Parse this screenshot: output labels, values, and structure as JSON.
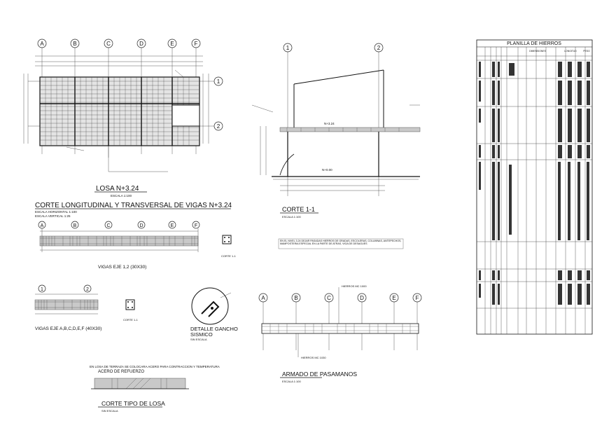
{
  "drawing": {
    "losa_plan": {
      "title": "LOSA N+3.24",
      "scale": "ESCALA 1:100",
      "axes_letters": [
        "A",
        "B",
        "C",
        "D",
        "E",
        "F"
      ],
      "axes_numbers": [
        "1",
        "2"
      ]
    },
    "corte_vigas": {
      "title": "CORTE LONGITUDINAL Y TRANSVERSAL DE VIGAS N+3.24",
      "scale_h": "ESCALA HORIZONTAL 1:100",
      "scale_v": "ESCALA VERTICAL 1:25",
      "axes": [
        "A",
        "B",
        "C",
        "D",
        "E",
        "F"
      ],
      "caption": "VIGAS    EJE 1,2       (30X30)",
      "section_label": "CORTE 1-1"
    },
    "vigas_2": {
      "axes": [
        "1",
        "2"
      ],
      "caption": "VIGAS    EJE A,B,C,D,E,F       (40X30)",
      "section_label": "CORTE 1-1"
    },
    "gancho": {
      "title_1": "DETALLE GANCHO",
      "title_2": "SISMICO",
      "scale": "SIN ESCALA"
    },
    "corte_losa": {
      "note": "EN LOSA DE TERRAZA SE COLOCARA ACERO PARA CONTRACCION Y TEMPERATURA",
      "acero": "ACERO DE REFUERZO",
      "title": "CORTE TIPO DE LOSA",
      "scale": "SIN ESCALA"
    },
    "corte_11": {
      "axes": [
        "1",
        "2"
      ],
      "title": "CORTE 1-1",
      "scale": "ESCALA 1:100",
      "level_top": "N+3.24",
      "level_bottom": "N+0.00",
      "note": "EN EL NIVEL 3.24 DEJAR PASADAS HIERROS DE GRADAS, ESCOLERAS, COLUMNAS, ANTEPECHOS, MAMPOSTERIA ESPECIAL EN LA PARTE DE ATRAS, VIGA DE DESAGUES"
    },
    "pasamanos": {
      "axes": [
        "A",
        "B",
        "C",
        "D",
        "E",
        "F"
      ],
      "title": "ARMADO DE PASAMANOS",
      "scale": "ESCALA 1:100",
      "label_top": "HIERROS MC 1000",
      "label_bottom": "HIERROS MC 1030"
    },
    "planilla": {
      "title": "PLANILLA DE HIERROS",
      "head_group_1": "DIMENSIONES",
      "head_group_2": "LONGITUD",
      "head_group_3": "PESO"
    }
  }
}
